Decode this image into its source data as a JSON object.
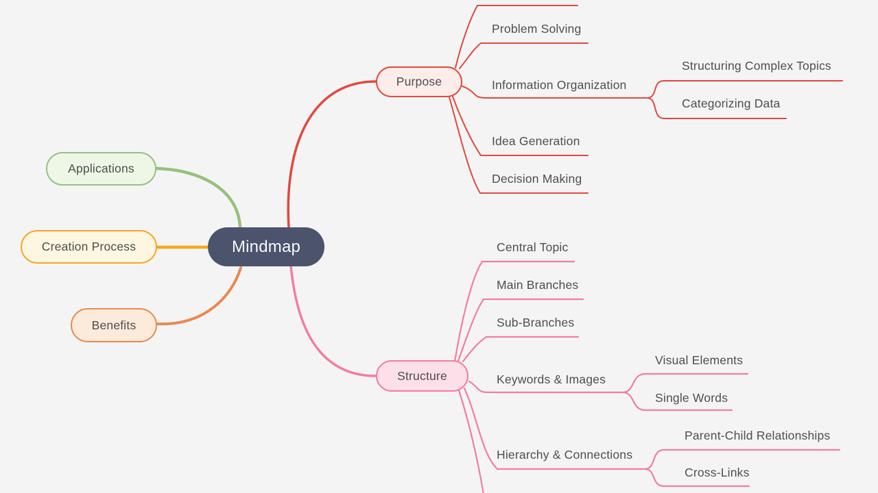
{
  "theme": {
    "bg": "#f4f4f5",
    "text": "#4e4e4e",
    "root_bg": "#4b536d",
    "root_text": "#f7f8fa",
    "green": "#96c17d",
    "green_fill": "#eef7e6",
    "yellow": "#f6a820",
    "yellow_fill": "#fdf6e0",
    "orange": "#e78a52",
    "orange_fill": "#fceada",
    "red": "#e1483d",
    "red_fill": "#fdedea",
    "pink": "#f47c9e",
    "pink_fill": "#fcdfe9"
  },
  "root": {
    "label": "Mindmap"
  },
  "left": [
    {
      "label": "Applications"
    },
    {
      "label": "Creation Process"
    },
    {
      "label": "Benefits"
    }
  ],
  "right": [
    {
      "label": "Purpose",
      "children": [
        {
          "label": "Problem Solving"
        },
        {
          "label": "Information Organization",
          "children": [
            {
              "label": "Structuring Complex Topics"
            },
            {
              "label": "Categorizing Data"
            }
          ]
        },
        {
          "label": "Idea Generation"
        },
        {
          "label": "Decision Making"
        }
      ]
    },
    {
      "label": "Structure",
      "children": [
        {
          "label": "Central Topic"
        },
        {
          "label": "Main Branches"
        },
        {
          "label": "Sub-Branches"
        },
        {
          "label": "Keywords & Images",
          "children": [
            {
              "label": "Visual Elements"
            },
            {
              "label": "Single Words"
            }
          ]
        },
        {
          "label": "Hierarchy & Connections",
          "children": [
            {
              "label": "Parent-Child Relationships"
            },
            {
              "label": "Cross-Links"
            }
          ]
        }
      ]
    }
  ]
}
